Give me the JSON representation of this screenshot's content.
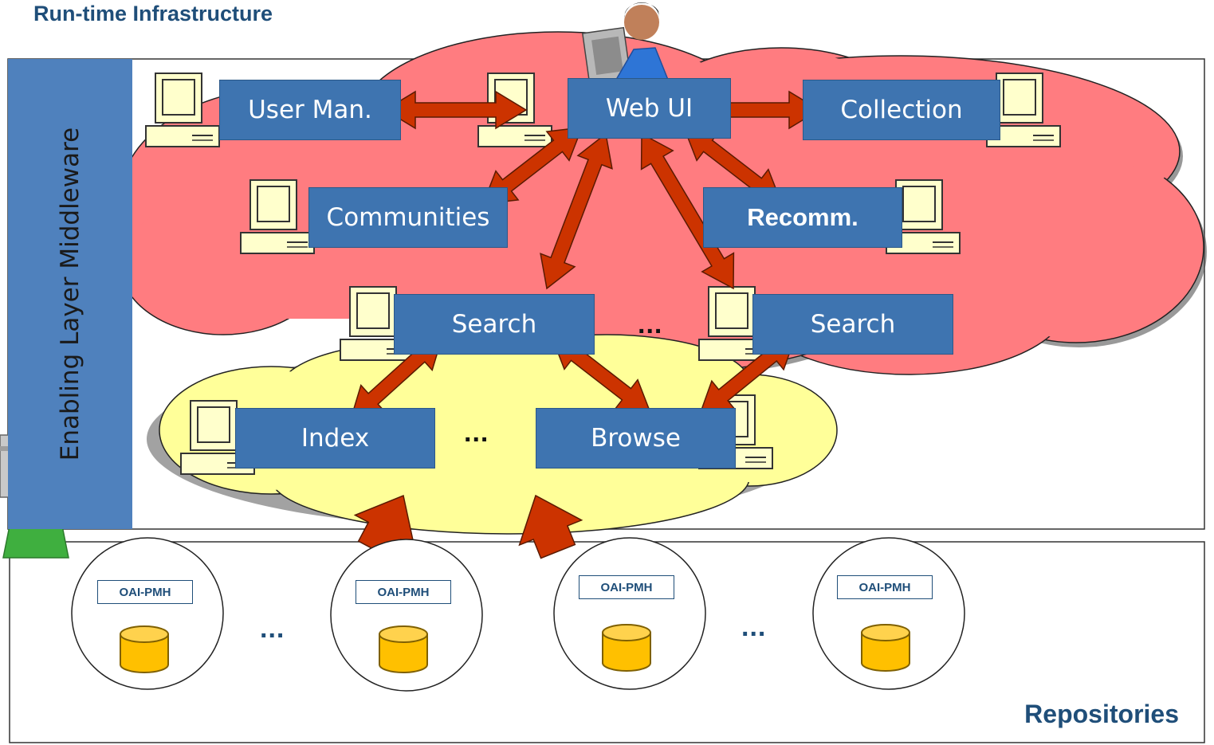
{
  "title": "Run-time Infrastructure",
  "middleware_label": "Enabling Layer Middleware",
  "repositories_label": "Repositories",
  "services": {
    "web_ui": "Web UI",
    "user_man": "User Man.",
    "collection": "Collection",
    "communities": "Communities",
    "recomm": "Recomm.",
    "search_1": "Search",
    "search_2": "Search",
    "index": "Index",
    "browse": "Browse"
  },
  "ellipses": {
    "search_gap": "...",
    "index_gap": "...",
    "repo_gap_1": "...",
    "repo_gap_2": "..."
  },
  "repositories": [
    {
      "protocol": "OAI-PMH"
    },
    {
      "protocol": "OAI-PMH"
    },
    {
      "protocol": "OAI-PMH"
    },
    {
      "protocol": "OAI-PMH"
    }
  ],
  "colors": {
    "service_box": "#3E74B0",
    "middleware_bar": "#4F81BD",
    "service_cloud": "#FF7C80",
    "data_cloud": "#FFFF99",
    "arrow": "#CC3300",
    "database": "#FFC000",
    "title_text": "#1F4E79"
  }
}
